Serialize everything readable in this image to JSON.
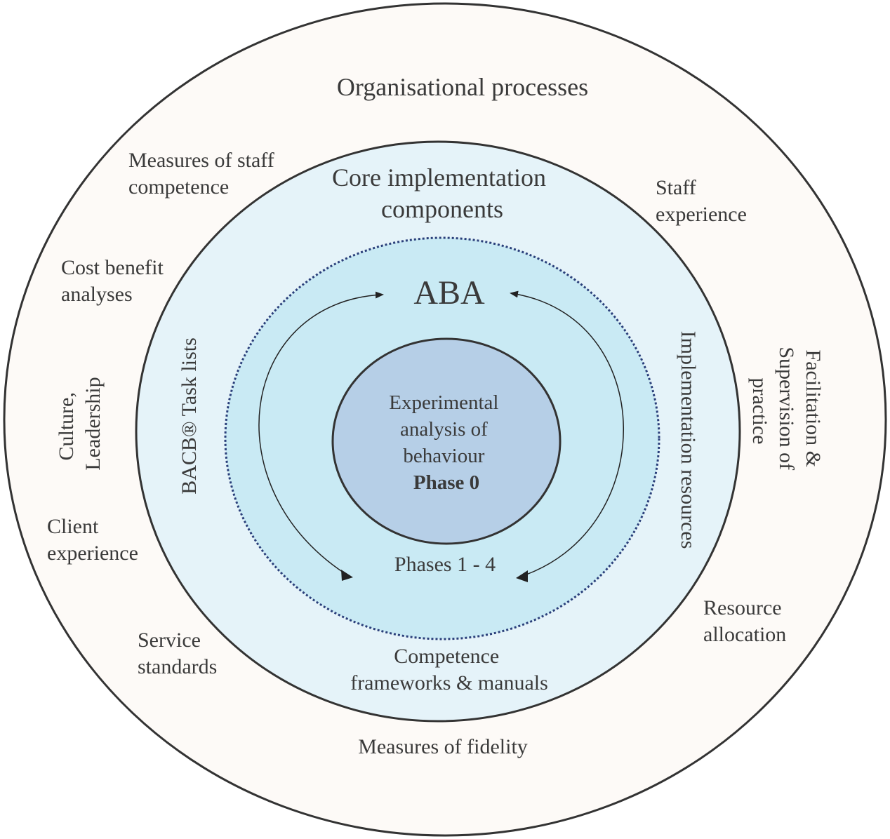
{
  "outer_ring": {
    "title": "Organisational processes",
    "labels": {
      "staff_competence": [
        "Measures of staff",
        "competence"
      ],
      "staff_experience": [
        "Staff",
        "experience"
      ],
      "cost_benefit": [
        "Cost benefit",
        "analyses"
      ],
      "culture": [
        "Culture,",
        "Leadership"
      ],
      "facilitation": [
        "Facilitation &",
        "Supervision of",
        "practice"
      ],
      "client_experience": [
        "Client",
        "experience"
      ],
      "resource_allocation": [
        "Resource",
        "allocation"
      ],
      "service_standards": [
        "Service",
        "standards"
      ],
      "fidelity": "Measures of fidelity"
    }
  },
  "middle_ring": {
    "title": [
      "Core implementation",
      "components"
    ],
    "bacb": "BACB® Task lists",
    "implementation_resources": "Implementation resources",
    "competence": [
      "Competence",
      "frameworks & manuals"
    ]
  },
  "inner_ring": {
    "title": "ABA",
    "phases": "Phases 1 - 4"
  },
  "center": {
    "lines": [
      "Experimental",
      "analysis of",
      "behaviour"
    ],
    "phase": "Phase 0"
  },
  "colors": {
    "outer_fill": "#fdfaf7",
    "middle_fill": "#e5f3f9",
    "inner_fill": "#c9eaf4",
    "center_fill": "#b6cfe7",
    "stroke": "#333333",
    "dotted": "#2a3f7a"
  }
}
